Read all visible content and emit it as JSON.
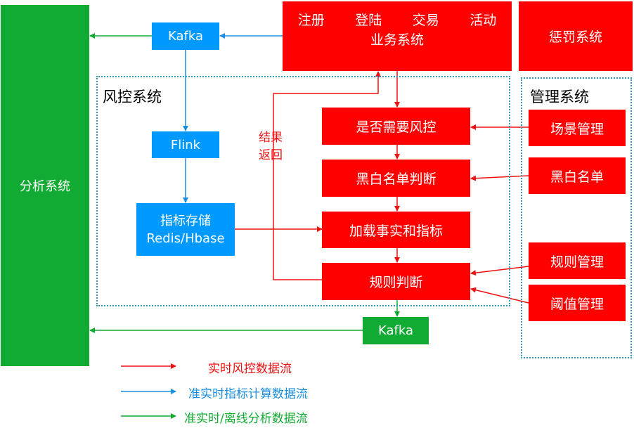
{
  "analysis": {
    "label": "分析系统"
  },
  "business": {
    "top_items": [
      "注册",
      "登陆",
      "交易",
      "活动"
    ],
    "title": "业务系统"
  },
  "punish": {
    "label": "惩罚系统"
  },
  "risk_frame": {
    "title": "风控系统"
  },
  "mgmt_frame": {
    "title": "管理系统"
  },
  "kafka_top": {
    "label": "Kafka"
  },
  "flink": {
    "label": "Flink"
  },
  "metrics_store": {
    "line1": "指标存储",
    "line2": "Redis/Hbase"
  },
  "kafka_bottom": {
    "label": "Kafka"
  },
  "flow": {
    "need_risk": "是否需要风控",
    "blackwhite_judge": "黑白名单判断",
    "load_facts": "加载事实和指标",
    "rule_judge": "规则判断"
  },
  "result_return": {
    "line1": "结果",
    "line2": "返回"
  },
  "mgmt": {
    "scene": "场景管理",
    "blackwhite": "黑白名单",
    "rules": "规则管理",
    "threshold": "阈值管理"
  },
  "legend": [
    {
      "text": "实时风控数据流",
      "color": "#ff0000"
    },
    {
      "text": "准实时指标计算数据流",
      "color": "#1a8fe0"
    },
    {
      "text": "准实时/离线分析数据流",
      "color": "#11aa33"
    }
  ],
  "colors": {
    "red": "#ff0000",
    "blue": "#0099ff",
    "green": "#11aa33",
    "frame": "#3399bb"
  }
}
